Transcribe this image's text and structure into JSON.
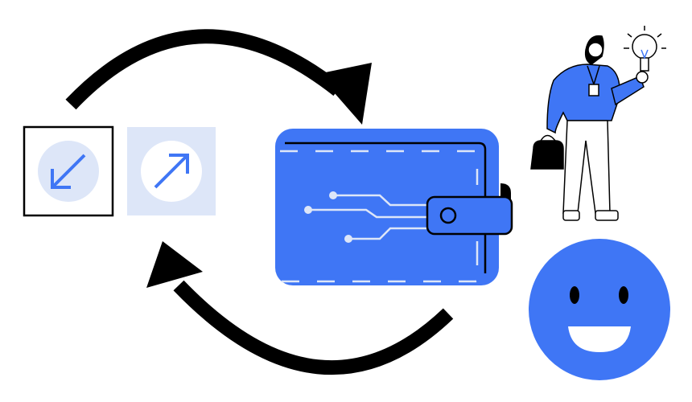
{
  "colors": {
    "primary_blue": "#3f76f5",
    "light_blue": "#dde6f8",
    "outline": "#000000",
    "background": "#ffffff"
  },
  "icons": [
    "cycle-arrow-top",
    "cycle-arrow-bottom",
    "incoming-arrow-icon",
    "outgoing-arrow-icon",
    "digital-wallet-icon",
    "person-with-lightbulb",
    "smiley-face-icon"
  ]
}
